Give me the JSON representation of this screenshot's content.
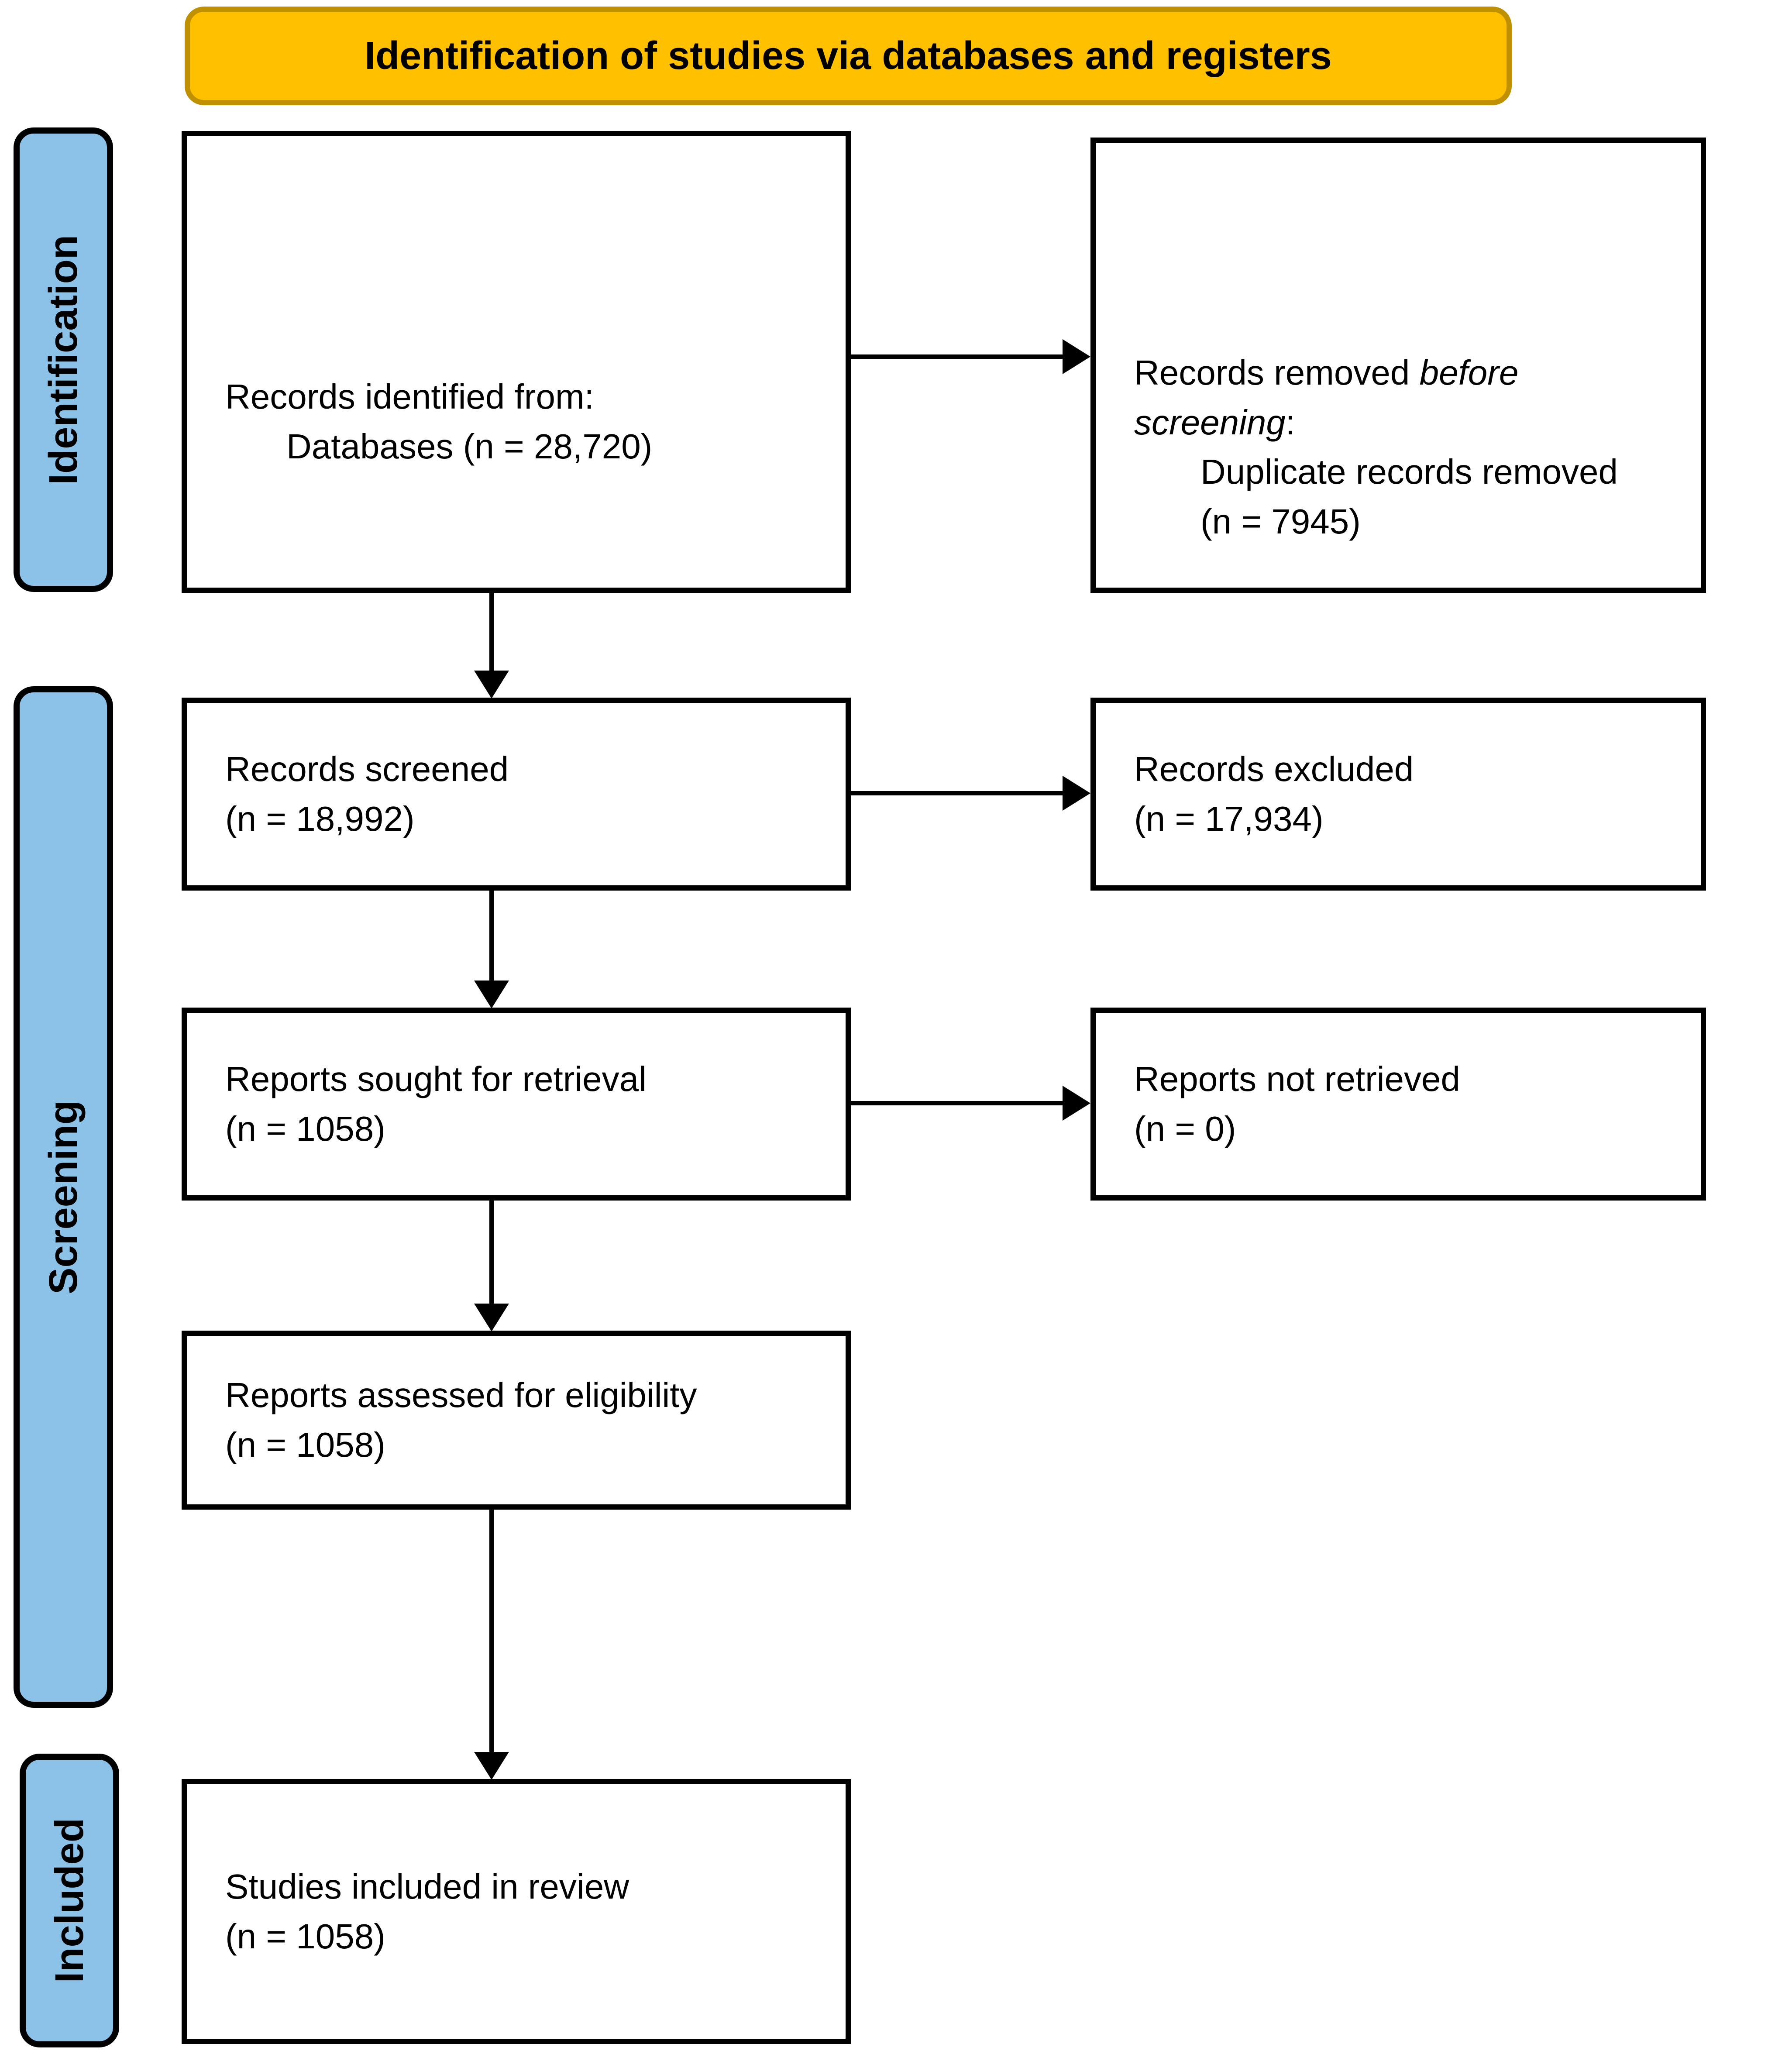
{
  "banner": {
    "title": "Identification of studies via databases and registers"
  },
  "sidebar": {
    "identification": "Identification",
    "screening": "Screening",
    "included": "Included"
  },
  "boxes": {
    "records_identified": {
      "line1": "Records identified from:",
      "line2": "Databases (n = 28,720)"
    },
    "records_removed": {
      "line1_pre": "Records removed ",
      "line1_italic": "before screening",
      "line1_post": ":",
      "line2": "Duplicate records removed",
      "line3": "(n = 7945)"
    },
    "records_screened": {
      "line1": "Records screened",
      "line2": "(n = 18,992)"
    },
    "records_excluded": {
      "line1": "Records excluded",
      "line2": "(n = 17,934)"
    },
    "reports_sought": {
      "line1": "Reports sought for retrieval",
      "line2": "(n = 1058)"
    },
    "reports_not_retrieved": {
      "line1": "Reports not retrieved",
      "line2": "(n = 0)"
    },
    "reports_assessed": {
      "line1": "Reports assessed for eligibility",
      "line2": "(n = 1058)"
    },
    "studies_included": {
      "line1": "Studies included in review",
      "line2": "(n = 1058)"
    }
  },
  "colors": {
    "banner_fill": "#FFC000",
    "banner_border": "#BF9000",
    "sidebar_fill": "#8CC2E7"
  }
}
